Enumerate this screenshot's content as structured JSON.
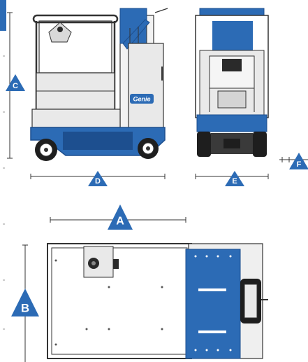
{
  "colors": {
    "blue": "#2c6bb5",
    "dark_blue": "#1d4f8f",
    "line": "#333333",
    "panel_gray": "#e9e9e9",
    "dark": "#2a2a2a",
    "tire": "#1e1e1e"
  },
  "brand": {
    "logo_text": "Genie"
  },
  "dimensions": [
    {
      "id": "A",
      "label": "A"
    },
    {
      "id": "B",
      "label": "B"
    },
    {
      "id": "C",
      "label": "C"
    },
    {
      "id": "D",
      "label": "D"
    },
    {
      "id": "E",
      "label": "E"
    },
    {
      "id": "F",
      "label": "F"
    }
  ],
  "views": {
    "side": {
      "icon": "lift-side-view-icon"
    },
    "rear": {
      "icon": "lift-rear-view-icon"
    },
    "top": {
      "icon": "lift-top-view-icon"
    }
  }
}
